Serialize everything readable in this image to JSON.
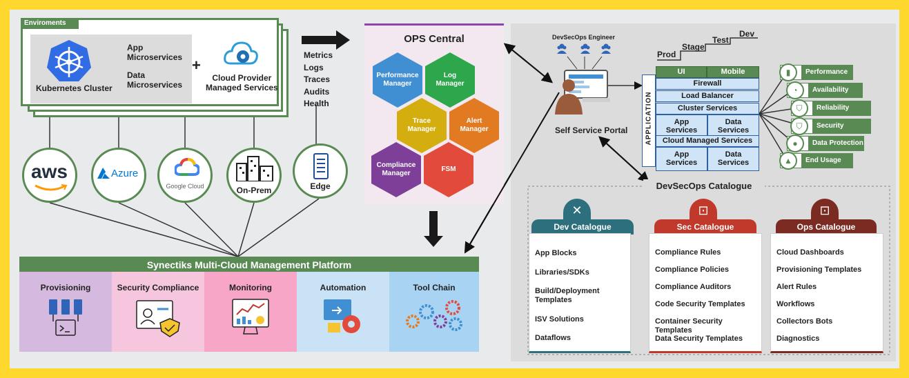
{
  "environments": {
    "tab": "Enviroments",
    "kubernetes": "Kubernetes Cluster",
    "app_micro": "App\nMicroservices",
    "data_micro": "Data\nMicroservices",
    "plus": "+",
    "cloud_provider": "Cloud Provider\nManaged Services"
  },
  "signals": [
    "Metrics",
    "Logs",
    "Traces",
    "Audits",
    "Health"
  ],
  "providers": {
    "aws": "aws",
    "azure": "Azure",
    "google": "Google Cloud",
    "onprem": "On-Prem",
    "edge": "Edge"
  },
  "ops_central": {
    "title": "OPS Central",
    "hexes": [
      "Performance\nManager",
      "Log\nManager",
      "Trace\nManager",
      "Alert\nManager",
      "Compliance\nManager",
      "FSM"
    ]
  },
  "platform": {
    "title": "Synectiks Multi-Cloud Management Platform",
    "columns": [
      "Provisioning",
      "Security Compliance",
      "Monitoring",
      "Automation",
      "Tool Chain"
    ]
  },
  "portal": {
    "engineer": "DevSecOps Engineer",
    "label": "Self Service Portal",
    "stages": [
      "Prod",
      "Stage",
      "Test",
      "Dev"
    ]
  },
  "app_stack": {
    "side_label": "APPLICATION",
    "ui": "UI",
    "mobile": "Mobile",
    "firewall": "Firewall",
    "load_balancer": "Load Balancer",
    "cluster_services": "Cluster Services",
    "app_services_1": "App\nServices",
    "data_services_1": "Data\nServices",
    "cloud_managed": "Cloud Managed Services",
    "app_services_2": "App\nServices",
    "data_services_2": "Data\nServices"
  },
  "qualities": [
    "Performance",
    "Availability",
    "Reliability",
    "Security",
    "Data Protection",
    "End Usage"
  ],
  "catalogue": {
    "title": "DevSecOps Catalogue",
    "dev": {
      "title": "Dev Catalogue",
      "items": [
        "App Blocks",
        "Libraries/SDKs",
        "Build/Deployment\nTemplates",
        "ISV Solutions",
        "Dataflows"
      ]
    },
    "sec": {
      "title": "Sec Catalogue",
      "items": [
        "Compliance Rules",
        "Compliance Policies",
        "Compliance Auditors",
        "Code Security Templates",
        "Container Security Templates",
        "Data Security Templates"
      ]
    },
    "ops": {
      "title": "Ops Catalogue",
      "items": [
        "Cloud Dashboards",
        "Provisioning Templates",
        "Alert Rules",
        "Workflows",
        "Collectors Bots",
        "Diagnostics"
      ]
    }
  },
  "colors": {
    "green": "#5a8a54",
    "dev": "#2e6f7e",
    "sec": "#c0392b",
    "ops": "#7b2b22",
    "frame": "#ffd82e"
  }
}
